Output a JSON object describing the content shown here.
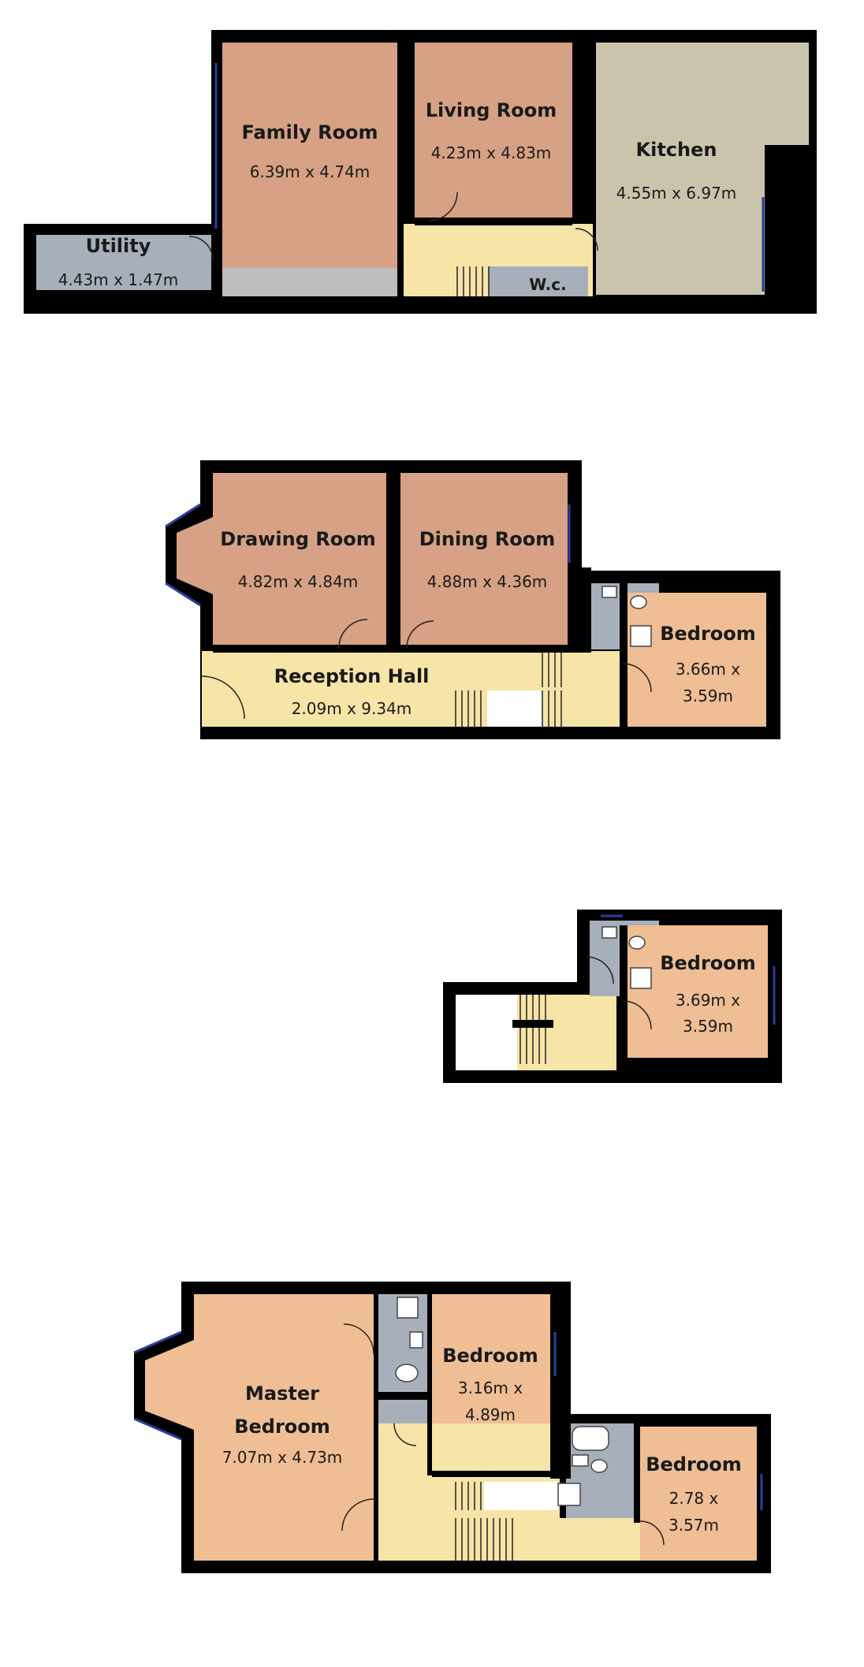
{
  "colors": {
    "room": "#d6a184",
    "bedroom": "#efbe95",
    "kitchen": "#cbc4ad",
    "hall": "#f7e4a7",
    "wet": "#a6afba",
    "store": "#bdbdbd",
    "wall": "#000000",
    "glazing": "#2b3e9e"
  },
  "floors": [
    {
      "id": "lower",
      "rooms": {
        "family_room": {
          "name": "Family Room",
          "dim": "6.39m x 4.74m"
        },
        "living_room": {
          "name": "Living Room",
          "dim": "4.23m x 4.83m"
        },
        "kitchen": {
          "name": "Kitchen",
          "dim": "4.55m x 6.97m"
        },
        "utility": {
          "name": "Utility",
          "dim": "4.43m x 1.47m"
        },
        "wc": {
          "name": "W.c."
        }
      }
    },
    {
      "id": "ground",
      "rooms": {
        "drawing_room": {
          "name": "Drawing Room",
          "dim": "4.82m x 4.84m"
        },
        "dining_room": {
          "name": "Dining Room",
          "dim": "4.88m x 4.36m"
        },
        "reception_hall": {
          "name": "Reception Hall",
          "dim": "2.09m x 9.34m"
        },
        "bedroom": {
          "name": "Bedroom",
          "dim_line1": "3.66m x",
          "dim_line2": "3.59m"
        }
      }
    },
    {
      "id": "half_landing",
      "rooms": {
        "bedroom": {
          "name": "Bedroom",
          "dim_line1": "3.69m x",
          "dim_line2": "3.59m"
        }
      }
    },
    {
      "id": "first",
      "rooms": {
        "master_bedroom": {
          "name_line1": "Master",
          "name_line2": "Bedroom",
          "dim": "7.07m x 4.73m"
        },
        "bedroom_a": {
          "name": "Bedroom",
          "dim_line1": "3.16m x",
          "dim_line2": "4.89m"
        },
        "bedroom_b": {
          "name": "Bedroom",
          "dim_line1": "2.78 x",
          "dim_line2": "3.57m"
        }
      }
    }
  ]
}
